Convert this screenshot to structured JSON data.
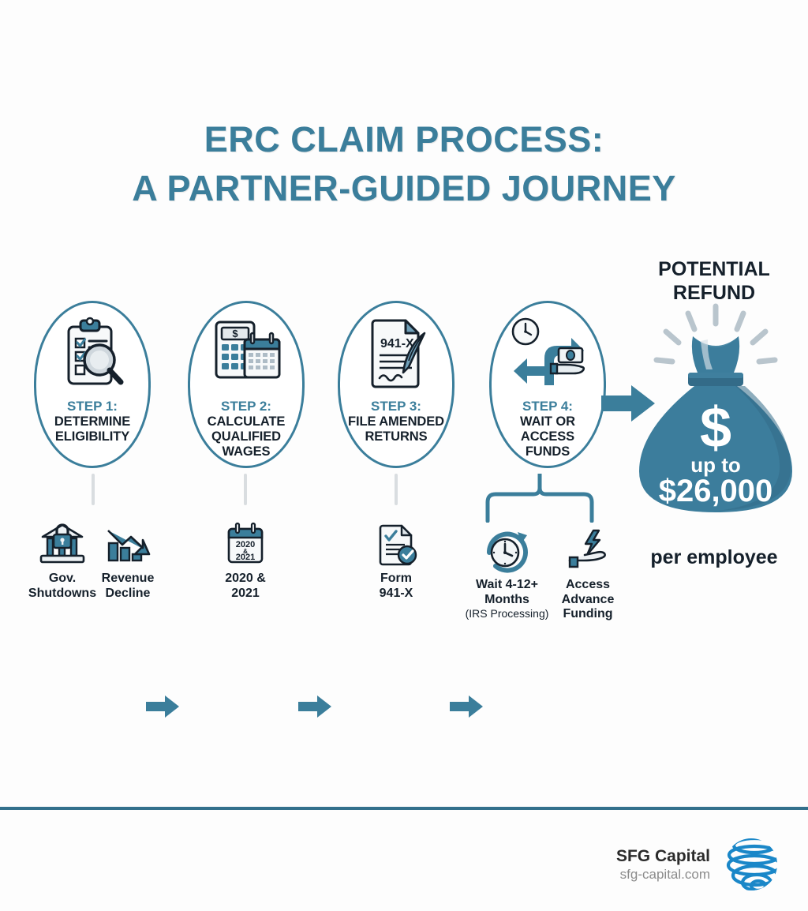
{
  "title": {
    "line1": "ERC CLAIM PROCESS:",
    "line2": "A PARTNER-GUIDED JOURNEY"
  },
  "steps": [
    {
      "step_label": "STEP 1:",
      "description": "DETERMINE\nELIGIBILITY",
      "icon": "clipboard-magnifier-icon"
    },
    {
      "step_label": "STEP 2:",
      "description": "CALCULATE\nQUALIFIED\nWAGES",
      "icon": "calculator-calendar-icon"
    },
    {
      "step_label": "STEP 3:",
      "description": "FILE AMENDED\nRETURNS",
      "icon": "form-941x-quill-icon"
    },
    {
      "step_label": "STEP 4:",
      "description": "WAIT OR\nACCESS\nFUNDS",
      "icon": "fork-arrow-clock-money-icon"
    }
  ],
  "sub_items": [
    {
      "label": "Gov.\nShutdowns",
      "icon": "government-building-lock-icon",
      "note": ""
    },
    {
      "label": "Revenue\nDecline",
      "icon": "declining-bar-chart-icon",
      "note": ""
    },
    {
      "label": "2020 &\n2021",
      "icon": "calendar-2020-2021-icon",
      "note": "",
      "calendar_text": "2020\n&\n2021"
    },
    {
      "label": "Form\n941-X",
      "icon": "document-check-icon",
      "note": ""
    },
    {
      "label": "Wait 4-12+\nMonths",
      "icon": "clock-arrow-icon",
      "note": "(IRS Processing)"
    },
    {
      "label": "Access\nAdvance\nFunding",
      "icon": "hand-lightning-icon",
      "note": ""
    }
  ],
  "refund": {
    "heading": "POTENTIAL\nREFUND",
    "dollar_symbol": "$",
    "up_to": "up to",
    "amount": "$26,000",
    "per_employee": "per employee",
    "bag_icon": "money-bag-icon"
  },
  "step_icon_text": {
    "calculator_display": "$",
    "form_number": "941-X"
  },
  "footer": {
    "brand": "SFG Capital",
    "url": "sfg-capital.com",
    "logo": "globe-sphere-logo"
  },
  "colors": {
    "teal": "#3b7e9b",
    "dark_navy": "#15202b",
    "bag_blue": "#3c7d9c",
    "bag_blue_dark": "#336b88",
    "divider": "#33708c",
    "connector_gray": "#d9dde0",
    "icon_light": "#f4f6f8",
    "icon_mid": "#c5ced6"
  }
}
